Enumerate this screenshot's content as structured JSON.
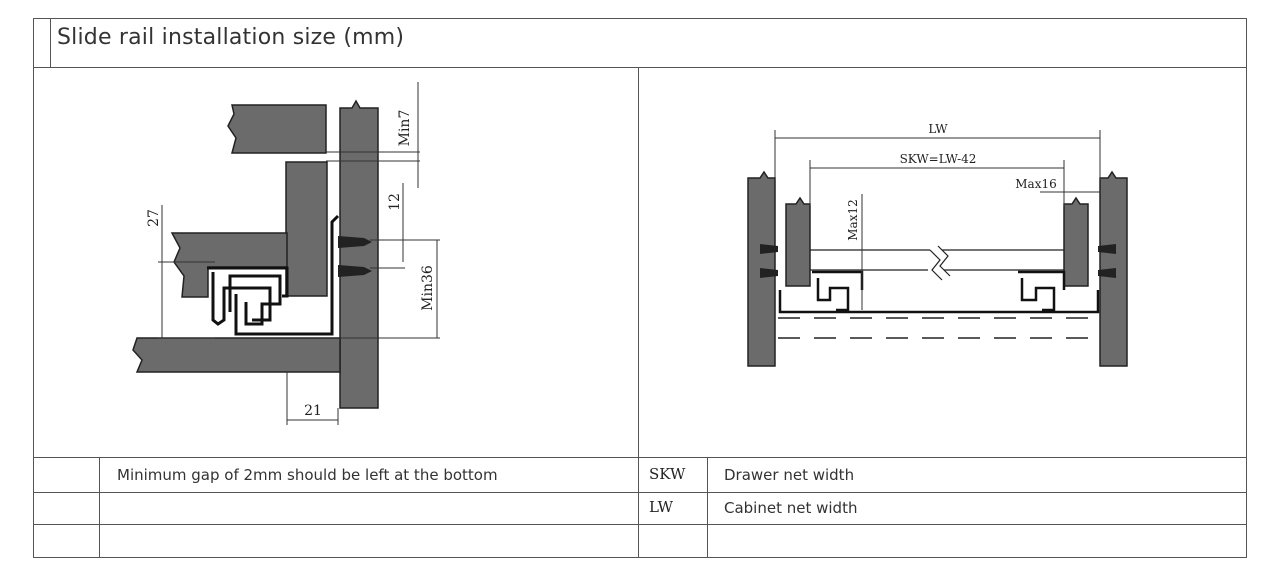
{
  "header": {
    "title": "Slide rail installation size (mm)"
  },
  "left_diagram": {
    "dims": {
      "min_top": "Min7",
      "gap": "12",
      "height": "27",
      "min_side": "Min36",
      "offset": "21"
    }
  },
  "right_diagram": {
    "dims": {
      "lw": "LW",
      "skw": "SKW=LW-42",
      "max_side": "Max16",
      "max_height": "Max12"
    }
  },
  "table": {
    "rows": [
      {
        "note": "Minimum gap of 2mm should be left at the bottom",
        "code": "SKW",
        "desc": "Drawer net width"
      },
      {
        "note": "",
        "code": "LW",
        "desc": "Cabinet net width"
      },
      {
        "note": "",
        "code": "",
        "desc": ""
      }
    ]
  }
}
